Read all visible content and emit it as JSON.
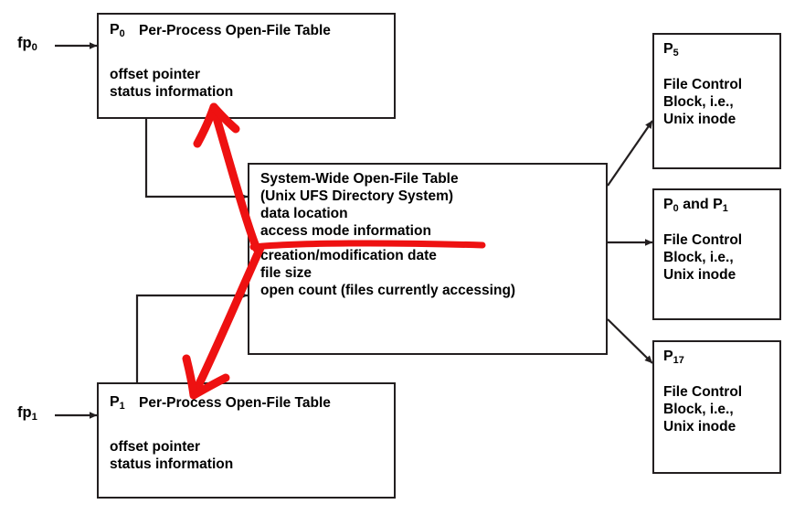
{
  "diagram": {
    "title": "Unix Open File Tables",
    "colors": {
      "stroke": "#231f20",
      "annotation": "#ee1111",
      "text": "#000000",
      "background": "#ffffff"
    },
    "pointers": [
      {
        "name": "fp0",
        "label_main": "fp",
        "label_sub": "0"
      },
      {
        "name": "fp1",
        "label_main": "fp",
        "label_sub": "1"
      }
    ],
    "per_process_tables": [
      {
        "id": "p0",
        "process_main": "P",
        "process_sub": "0",
        "title": "Per-Process Open-File Table",
        "fields": [
          "offset pointer",
          "status information"
        ]
      },
      {
        "id": "p1",
        "process_main": "P",
        "process_sub": "1",
        "title": "Per-Process Open-File Table",
        "fields": [
          "offset pointer",
          "status information"
        ]
      }
    ],
    "system_wide_table": {
      "title": "System-Wide Open-File Table",
      "subtitle": "(Unix UFS Directory System)",
      "fields": [
        "data location",
        "access mode information",
        "creation/modification date",
        "file size",
        "open count (files currently accessing)"
      ],
      "highlighted_field": "access mode information"
    },
    "file_control_blocks": [
      {
        "id": "fcb-p5",
        "heading_main": "P",
        "heading_sub": "5",
        "heading_extra": "",
        "lines": [
          "File Control",
          "Block, i.e.,",
          "Unix inode"
        ]
      },
      {
        "id": "fcb-p0-p1",
        "heading_main": "P",
        "heading_sub": "0",
        "heading_extra": "and P",
        "heading_extra_sub": "1",
        "lines": [
          "File Control",
          "Block, i.e.,",
          "Unix inode"
        ]
      },
      {
        "id": "fcb-p17",
        "heading_main": "P",
        "heading_sub": "17",
        "heading_extra": "",
        "lines": [
          "File Control",
          "Block, i.e.,",
          "Unix inode"
        ]
      }
    ],
    "annotations": [
      {
        "name": "red-arrow-up-to-p0",
        "type": "arrow",
        "direction": "up-left"
      },
      {
        "name": "red-arrow-down-to-p1",
        "type": "arrow",
        "direction": "down-left"
      },
      {
        "name": "red-underline-access-mode",
        "type": "underline"
      }
    ]
  }
}
